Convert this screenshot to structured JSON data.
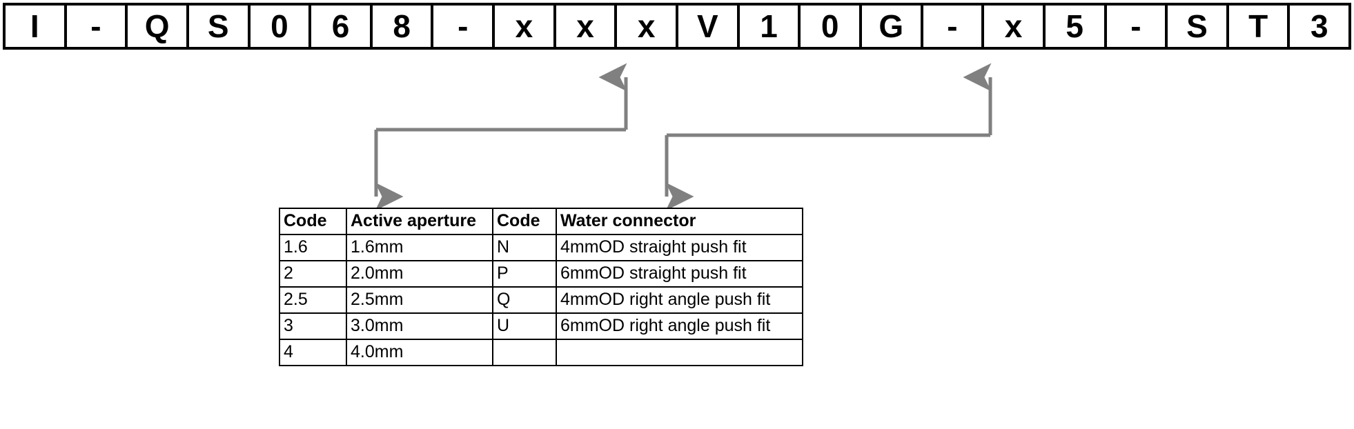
{
  "part_number": {
    "label": "part-number-string",
    "cells": [
      "I",
      "-",
      "Q",
      "S",
      "0",
      "6",
      "8",
      "-",
      "x",
      "x",
      "x",
      "V",
      "1",
      "0",
      "G",
      "-",
      "x",
      "5",
      "-",
      "S",
      "T",
      "3"
    ]
  },
  "connectors": {
    "color": "#808080",
    "items": [
      {
        "name": "active-aperture-callout",
        "source_cell_index": 10,
        "source_char": "x",
        "target_column": "Active aperture"
      },
      {
        "name": "water-connector-callout",
        "source_cell_index": 16,
        "source_char": "x",
        "target_column": "Water connector"
      }
    ]
  },
  "options_table": {
    "name": "options-table",
    "headers": [
      "Code",
      "Active aperture",
      "Code",
      "Water connector"
    ],
    "rows": [
      [
        "1.6",
        "1.6mm",
        "N",
        "4mmOD straight push fit"
      ],
      [
        "2",
        "2.0mm",
        "P",
        "6mmOD straight push fit"
      ],
      [
        "2.5",
        "2.5mm",
        "Q",
        "4mmOD right angle push fit"
      ],
      [
        "3",
        "3.0mm",
        "U",
        "6mmOD right angle push fit"
      ],
      [
        "4",
        "4.0mm",
        "",
        ""
      ]
    ]
  }
}
